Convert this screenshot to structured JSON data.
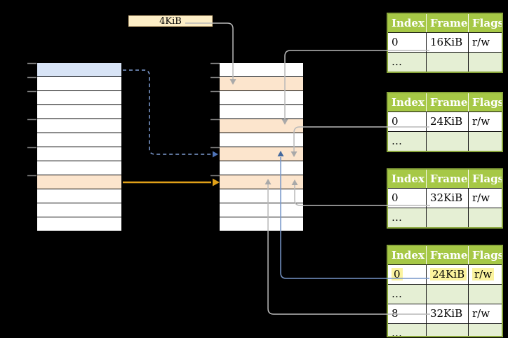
{
  "page_size_label": {
    "text": "4KiB"
  },
  "colors": {
    "background": "#000000",
    "row_blue": "#d8e4f6",
    "row_orange": "#fce5cd",
    "row_white": "#ffffff",
    "memory_border": "#000000",
    "tick_gray": "#7f7f7f",
    "label_fill": "#fdeec6",
    "label_border": "#d9bd8c",
    "table_header_bg": "#a6c846",
    "table_border": "#89a63a",
    "table_row_shaded": "#e5efd4",
    "header_text": "#ffffff",
    "cell_text": "#000000",
    "highlight_yellow": "#fbf39e",
    "connector_gray": "#b9b9b9",
    "connector_gray_head": "#a9a9a9",
    "connector_blue": "#7796c8",
    "connector_blue_head": "#44699e",
    "connector_dashed_blue": "#7f9dd3",
    "connector_dashed_head": "#4f74b8",
    "connector_gold": "#e0a018"
  },
  "memory_columns": {
    "left": {
      "tick_rows": [
        0,
        1,
        2,
        4,
        6,
        8
      ],
      "rows": [
        "blue",
        "white",
        "white",
        "white",
        "white",
        "white",
        "white",
        "white",
        "orange",
        "white",
        "white",
        "white"
      ]
    },
    "middle": {
      "tick_rows": [
        0,
        1,
        2,
        4,
        6,
        8
      ],
      "rows": [
        "white",
        "orange",
        "white",
        "white",
        "orange",
        "white",
        "orange",
        "white",
        "orange",
        "white",
        "white",
        "white"
      ]
    }
  },
  "page_tables": [
    {
      "id": "page-table-1",
      "headers": [
        "Index",
        "Frame",
        "Flags"
      ],
      "rows": [
        {
          "cells": [
            "0",
            "16KiB",
            "r/w"
          ]
        },
        {
          "cells": [
            "…",
            "",
            ""
          ],
          "shaded": true
        }
      ]
    },
    {
      "id": "page-table-2",
      "headers": [
        "Index",
        "Frame",
        "Flags"
      ],
      "rows": [
        {
          "cells": [
            "0",
            "24KiB",
            "r/w"
          ]
        },
        {
          "cells": [
            "…",
            "",
            ""
          ],
          "shaded": true
        }
      ]
    },
    {
      "id": "page-table-3",
      "headers": [
        "Index",
        "Frame",
        "Flags"
      ],
      "rows": [
        {
          "cells": [
            "0",
            "32KiB",
            "r/w"
          ]
        },
        {
          "cells": [
            "…",
            "",
            ""
          ],
          "shaded": true
        }
      ]
    },
    {
      "id": "page-table-4",
      "headers": [
        "Index",
        "Frame",
        "Flags"
      ],
      "rows": [
        {
          "cells": [
            "0",
            "24KiB",
            "r/w"
          ],
          "highlight": true
        },
        {
          "cells": [
            "…",
            "",
            ""
          ],
          "shaded": true
        },
        {
          "cells": [
            "8",
            "32KiB",
            "r/w"
          ]
        },
        {
          "cells": [
            "…",
            "",
            ""
          ],
          "shaded": true
        }
      ]
    }
  ]
}
